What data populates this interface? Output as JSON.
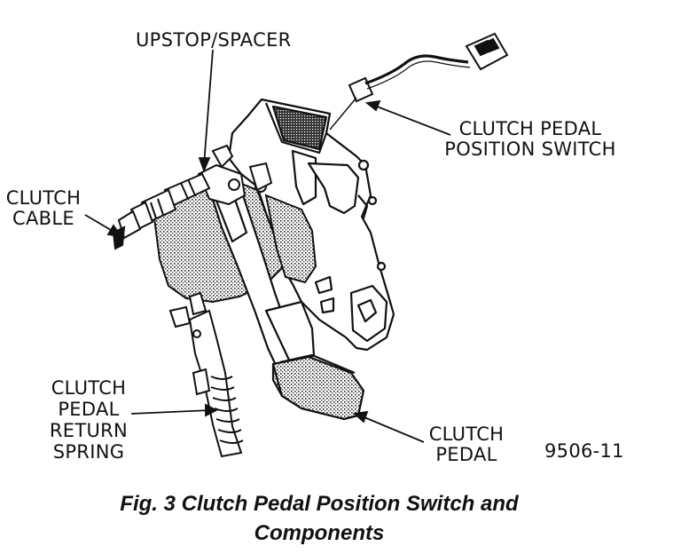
{
  "labels": {
    "upstop": "UPSTOP/SPACER",
    "switch_line1": "CLUTCH PEDAL",
    "switch_line2": "POSITION SWITCH",
    "cable_line1": "CLUTCH",
    "cable_line2": "CABLE",
    "spring_line1": "CLUTCH",
    "spring_line2": "PEDAL",
    "spring_line3": "RETURN",
    "spring_line4": "SPRING",
    "pedal_line1": "CLUTCH",
    "pedal_line2": "PEDAL",
    "figure_number": "9506-11"
  },
  "caption": {
    "line1": "Fig. 3 Clutch Pedal Position Switch and",
    "line2": "Components"
  }
}
